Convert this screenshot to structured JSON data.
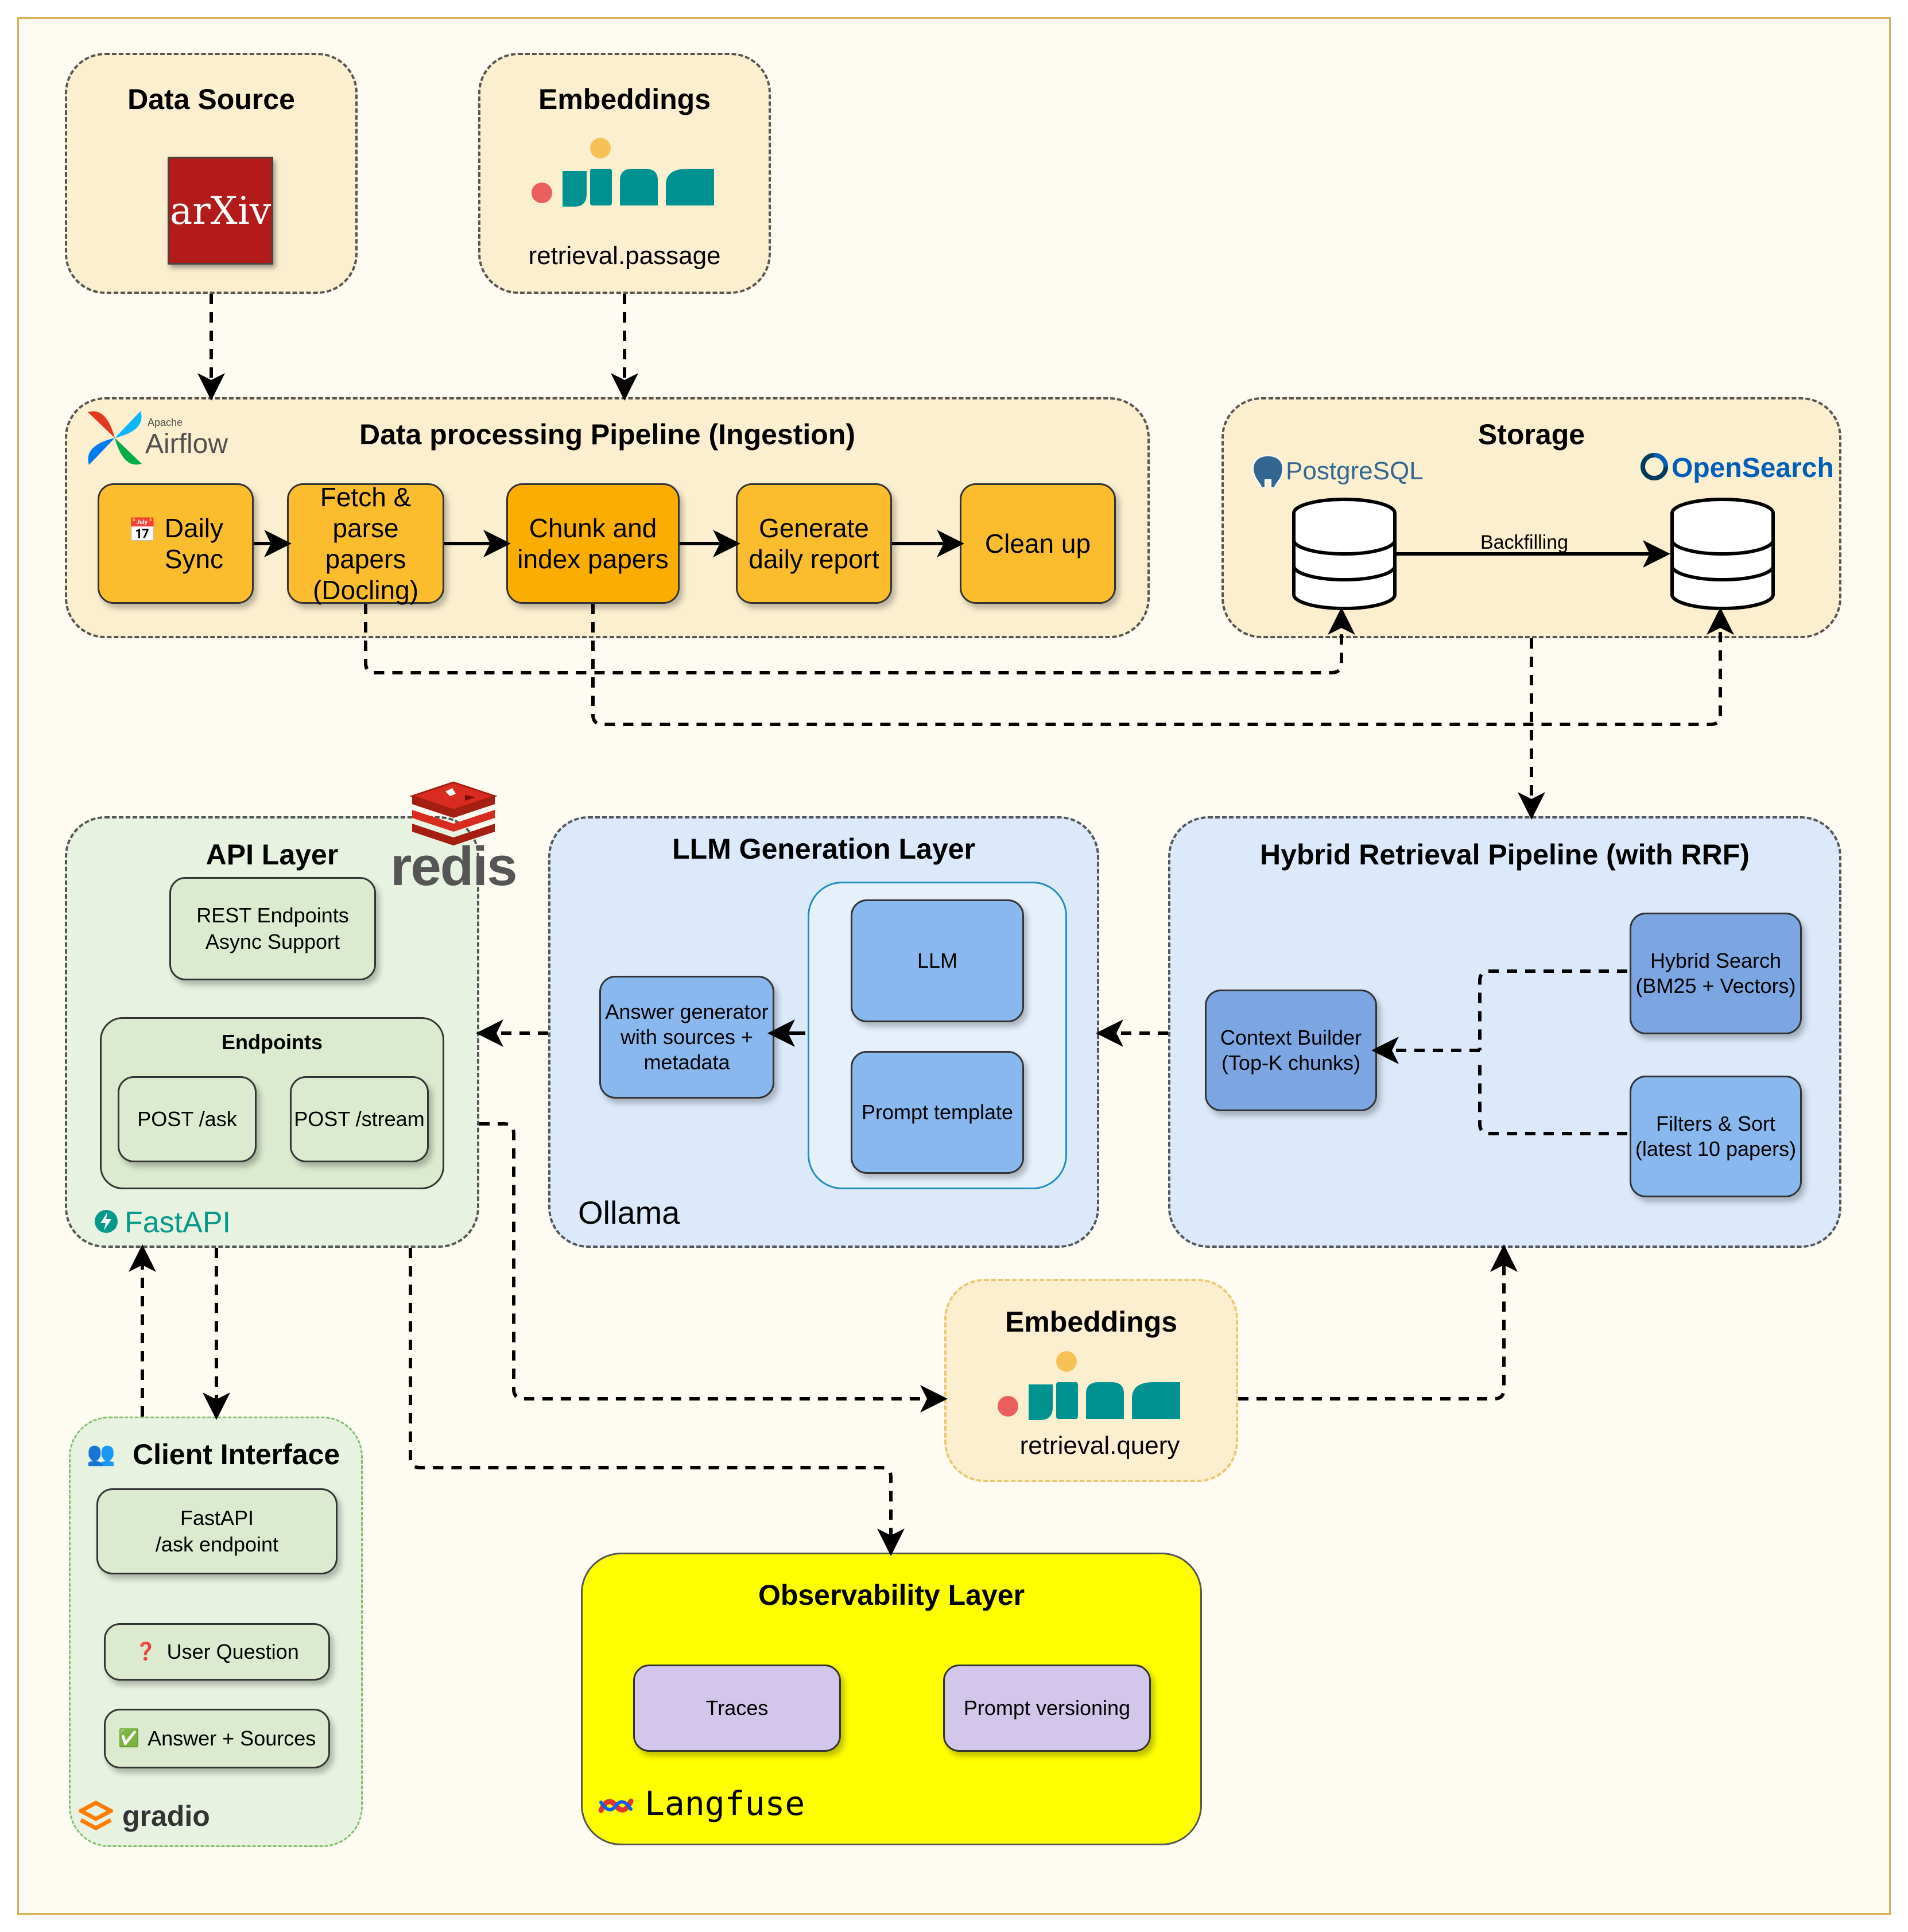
{
  "data_source": {
    "title": "Data Source",
    "logo": "arXiv"
  },
  "embeddings_top": {
    "title": "Embeddings",
    "logo": "jina",
    "mode": "retrieval.passage"
  },
  "ingestion": {
    "title": "Data processing Pipeline (Ingestion)",
    "airflow_small": "Apache",
    "airflow": "Airflow",
    "steps": [
      {
        "icon": "📅",
        "label": "Daily\nSync"
      },
      {
        "label": "Fetch &\nparse papers\n(Docling)"
      },
      {
        "label": "Chunk and\nindex papers"
      },
      {
        "label": "Generate\ndaily report"
      },
      {
        "label": "Clean up"
      }
    ]
  },
  "storage": {
    "title": "Storage",
    "postgres": "PostgreSQL",
    "opensearch": "OpenSearch",
    "edge": "Backfilling"
  },
  "api": {
    "title": "API Layer",
    "rest": "REST Endpoints\nAsync Support",
    "endpoints_title": "Endpoints",
    "ask": "POST /ask",
    "stream": "POST /stream",
    "fastapi": "FastAPI",
    "redis": "redis"
  },
  "llm": {
    "title": "LLM Generation Layer",
    "answer": "Answer generator\nwith sources +\nmetadata",
    "llm": "LLM",
    "prompt": "Prompt template",
    "ollama": "Ollama"
  },
  "retrieval": {
    "title": "Hybrid Retrieval Pipeline (with RRF)",
    "context": "Context Builder\n(Top-K chunks)",
    "hybrid": "Hybrid Search\n(BM25 + Vectors)",
    "filters": "Filters & Sort\n(latest 10 papers)"
  },
  "embeddings_bottom": {
    "title": "Embeddings",
    "logo": "jina",
    "mode": "retrieval.query"
  },
  "client": {
    "icon": "👥",
    "title": "Client Interface",
    "fastapi_endpoint": "FastAPI\n/ask endpoint",
    "question_icon": "❓",
    "question": "User Question",
    "answer_icon": "✅",
    "answer": "Answer + Sources",
    "gradio": "gradio"
  },
  "observability": {
    "title": "Observability Layer",
    "traces": "Traces",
    "prompt_versioning": "Prompt versioning",
    "langfuse": "Langfuse"
  },
  "colors": {
    "cream": "#fcefd0",
    "orange": "#fbbd2e",
    "green": "#e8f2e0",
    "blue": "#dbe9fb",
    "yellow": "#ffff00",
    "purple": "#d2c6ea",
    "arxiv_red": "#b31b1b",
    "jina_teal": "#009191",
    "redis_red": "#d82c20",
    "fastapi_teal": "#05998b",
    "opensearch_blue": "#005eb8"
  }
}
